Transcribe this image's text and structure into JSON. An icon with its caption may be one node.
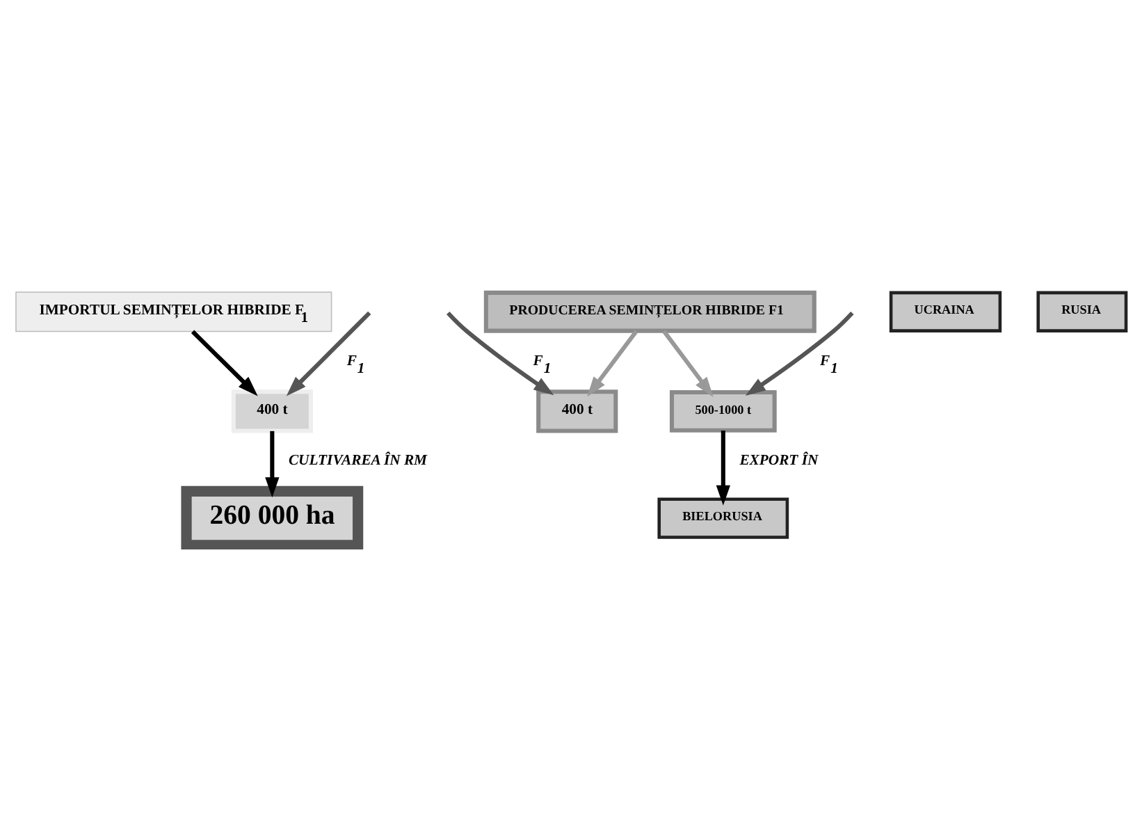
{
  "diagram": {
    "nodes": [
      {
        "text": [
          "IMPORTUL SEMINȚELOR HIBRIDE F$_{1}$"
        ]
      },
      {
        "text": [
          "400 t"
        ]
      },
      {
        "text": [
          "260 000 ha"
        ]
      },
      {
        "text": [
          "400 t"
        ]
      },
      {
        "text": [
          "PRODUCEREA SEMINȚELOR HIBRIDE F1"
        ]
      },
      {
        "text": [
          "500-1000 t"
        ]
      },
      {
        "text": [
          "UCRAINA"
        ]
      },
      {
        "text": [
          "BIELORUSIA"
        ]
      },
      {
        "text": [
          "RUSIA"
        ]
      }
    ],
    "edges": [
      {
        "from": 0,
        "to": 1,
        "arrow": "to"
      },
      {
        "from": null,
        "to": 1,
        "arrow": "to",
        "label": "F$_{1}$",
        "color": "#555555"
      },
      {
        "from": 1,
        "to": 2,
        "arrow": "to",
        "label": "CULTIVAREA ÎN RM"
      },
      {
        "from": null,
        "to": 3,
        "arrow": "to",
        "label": "F$_{1}$",
        "color": "#555555"
      },
      {
        "from": 4,
        "to": 3,
        "arrow": "to",
        "color": "#999999"
      },
      {
        "from": 4,
        "to": 5,
        "arrow": "to",
        "color": "#999999"
      },
      {
        "from": null,
        "to": 5,
        "arrow": "to",
        "label": "F$_{1}$",
        "color": "#555555"
      },
      {
        "from": 5,
        "to": 7,
        "arrow": "to",
        "label": "EXPORT ÎN"
      }
    ]
  }
}
